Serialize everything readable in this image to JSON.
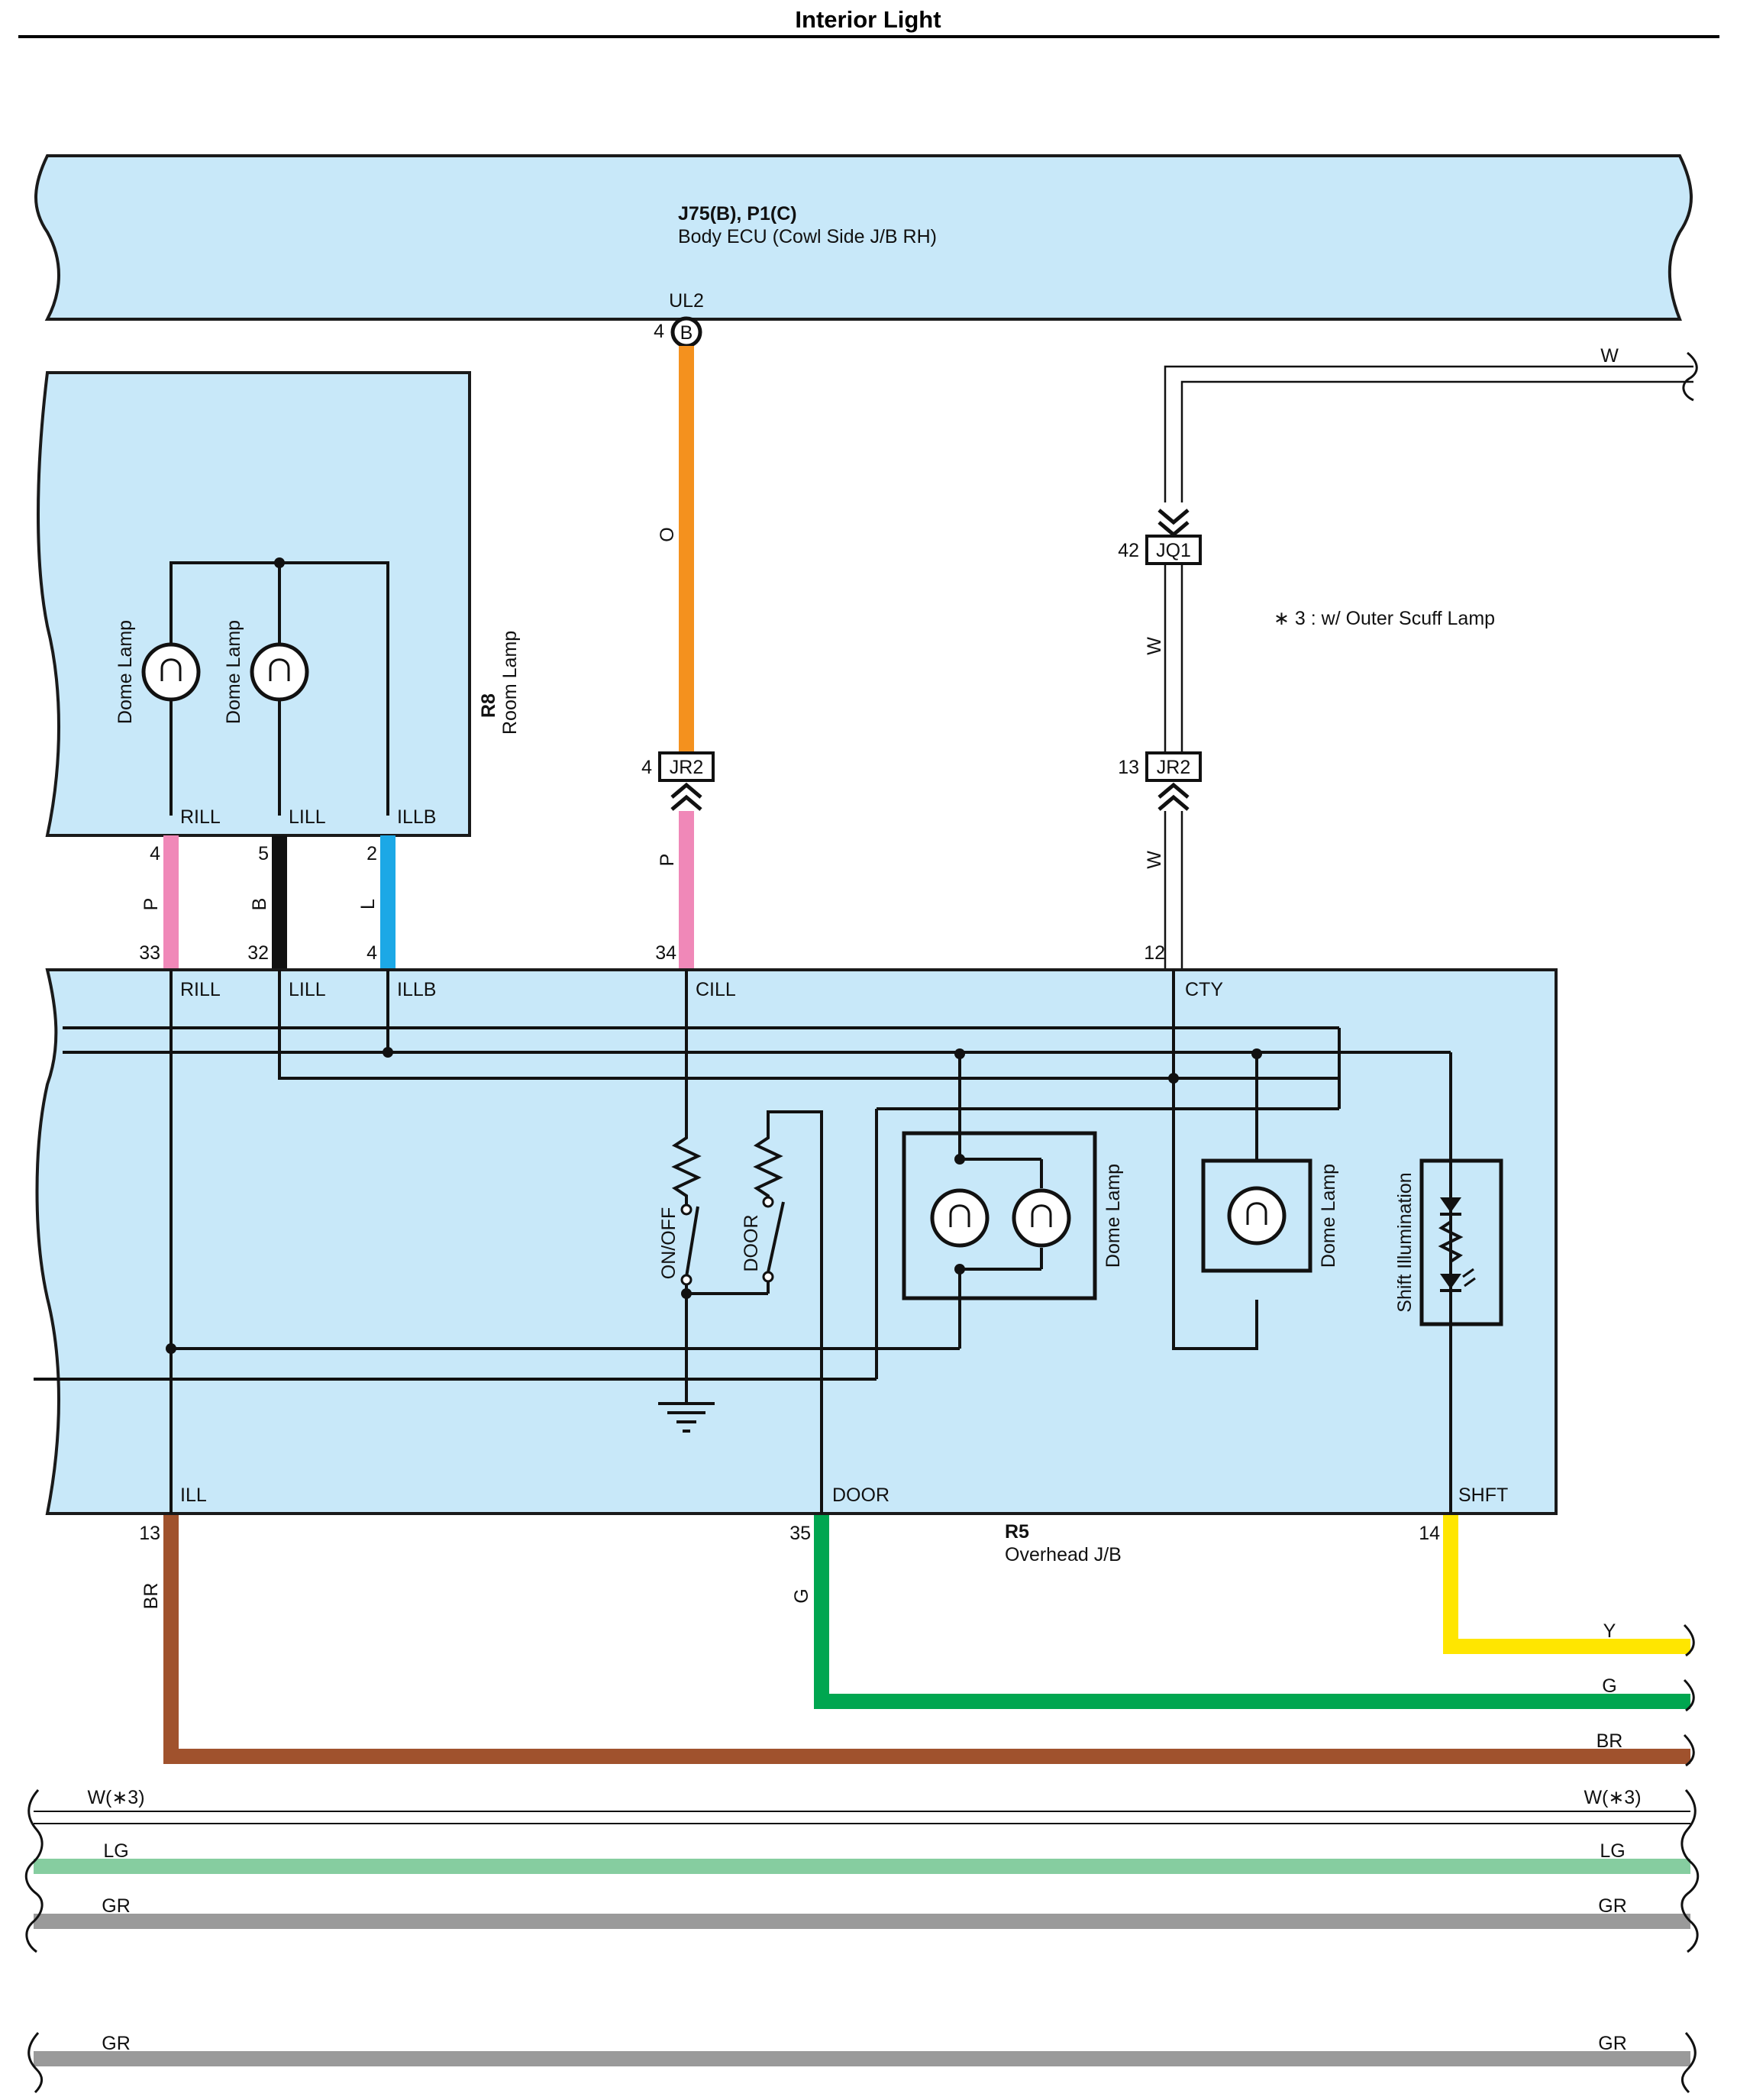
{
  "title": "Interior Light",
  "colors": {
    "box_fill": "#c8e8f9",
    "orange": "#f4911e",
    "pink": "#f088b8",
    "black": "#111111",
    "blue": "#1ca8e6",
    "brown": "#a0522d",
    "green": "#00a650",
    "yellow": "#ffe600",
    "light_green": "#86cda0",
    "gray": "#9a9a9a",
    "white_wire": "#ffffff"
  },
  "body_ecu": {
    "id": "J75(B), P1(C)",
    "name": "Body ECU (Cowl Side J/B RH)",
    "terminal": "UL2",
    "pin": "4",
    "pin_connector": "B"
  },
  "room_lamp": {
    "id": "R8",
    "name": "Room Lamp",
    "lamps": [
      "Dome Lamp",
      "Dome Lamp"
    ],
    "terminals": [
      "RILL",
      "LILL",
      "ILLB"
    ]
  },
  "overhead_jb": {
    "id": "R5",
    "name": "Overhead J/B",
    "top_terminals": [
      "RILL",
      "LILL",
      "ILLB",
      "CILL",
      "CTY"
    ],
    "bottom_terminals": [
      "ILL",
      "DOOR",
      "SHFT"
    ],
    "switches": [
      "ON/OFF",
      "DOOR"
    ],
    "lamps": [
      "Dome Lamp",
      "Dome Lamp"
    ],
    "shift": "Shift Illumination"
  },
  "connectors": {
    "jr2_a": {
      "name": "JR2",
      "pin": "4"
    },
    "jr2_b": {
      "name": "JR2",
      "pin": "13"
    },
    "jq1": {
      "name": "JQ1",
      "pin": "42"
    }
  },
  "pins": {
    "r8_rill": "4",
    "r8_lill": "5",
    "r8_illb": "2",
    "r5_rill": "33",
    "r5_lill": "32",
    "r5_illb": "4",
    "r5_cill": "34",
    "r5_cty": "12",
    "r5_ill": "13",
    "r5_door": "35",
    "r5_shft": "14"
  },
  "wire_codes": {
    "rill": "P",
    "lill": "B",
    "illb": "L",
    "ul2": "O",
    "cill": "P",
    "cty_upper": "W",
    "cty_lower": "W",
    "cty_top": "W",
    "ill": "BR",
    "door": "G"
  },
  "note": "∗ 3 : w/ Outer Scuff Lamp",
  "bottom_right_labels": [
    "Y",
    "G",
    "BR"
  ],
  "bus": [
    {
      "left": "W(∗3)",
      "right": "W(∗3)"
    },
    {
      "left": "LG",
      "right": "LG"
    },
    {
      "left": "GR",
      "right": "GR"
    },
    {
      "left": "GR",
      "right": "GR"
    }
  ]
}
